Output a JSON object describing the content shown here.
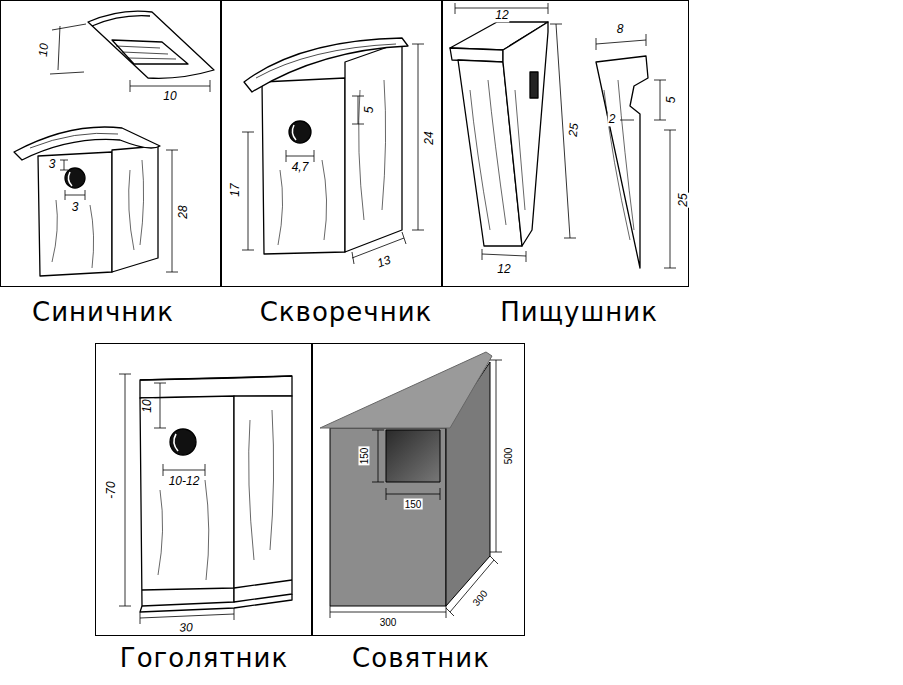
{
  "diagram": {
    "nodes": [
      {
        "text": [
          "Синичник"
        ]
      },
      {
        "text": [
          "Скворечник"
        ]
      },
      {
        "text": [
          "Пищушник"
        ]
      },
      {
        "text": [
          "Гоголятник"
        ]
      },
      {
        "text": [
          "Совятник"
        ]
      }
    ],
    "labels": [
      "10",
      "10",
      "3",
      "3",
      "28",
      "5",
      "17",
      "4,7",
      "24",
      "13",
      "12",
      "25",
      "12",
      "8",
      "5",
      "2",
      "25",
      "10",
      "-70",
      "10-12",
      "30",
      "150",
      "150",
      "500",
      "300",
      "300"
    ]
  }
}
